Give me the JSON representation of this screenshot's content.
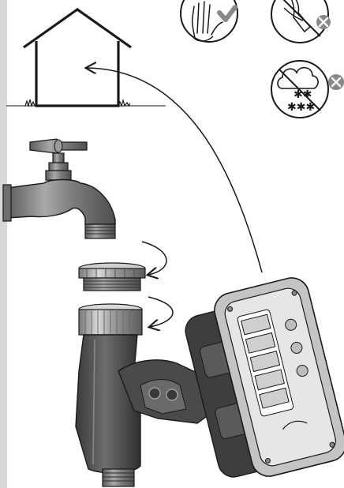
{
  "figure": {
    "icons": [
      {
        "name": "hand-check-icon",
        "status": "allowed",
        "status_color": "#888888"
      },
      {
        "name": "no-tool-icon",
        "status": "forbidden",
        "status_color": "#888888"
      },
      {
        "name": "no-frost-icon",
        "status": "forbidden",
        "status_color": "#888888"
      }
    ],
    "step_arrows": [
      {
        "name": "attach-adapter-arrow"
      },
      {
        "name": "attach-timer-arrow"
      }
    ],
    "timer_display": {
      "lines": 5
    },
    "colors": {
      "line": "#1a1a1a",
      "metal": "#8a8a8a",
      "metal_dark": "#5a5a5a",
      "plastic": "#4a4a4a",
      "plastic_light": "#a8a8a8",
      "strip": "#d7d7d7"
    }
  }
}
